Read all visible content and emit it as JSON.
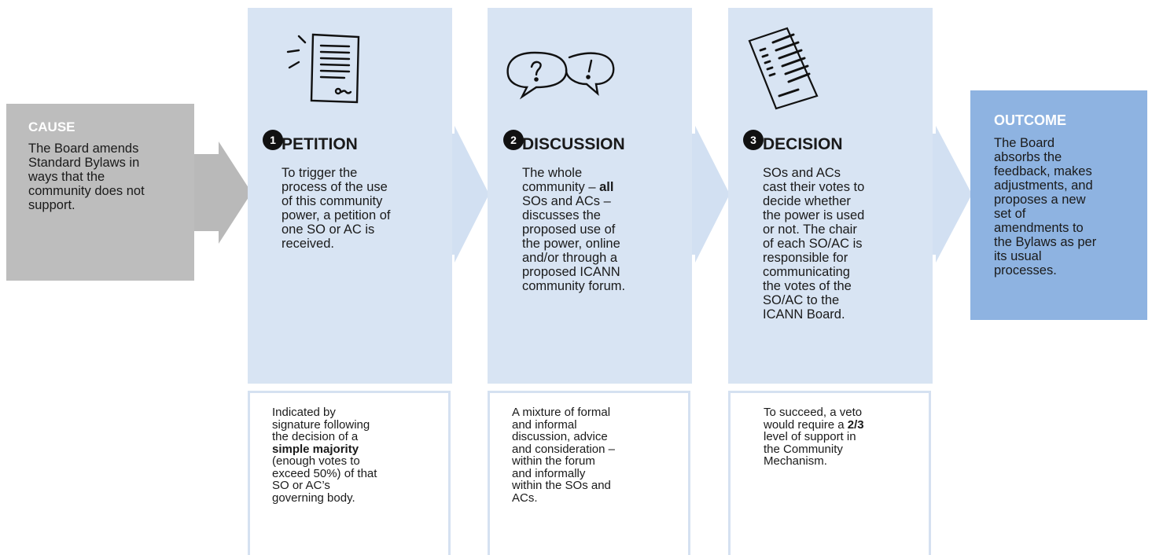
{
  "cause": {
    "heading": "CAUSE",
    "lines": [
      "The Board amends",
      "Standard Bylaws in",
      "ways that the",
      "community does not",
      "support."
    ]
  },
  "stages": [
    {
      "number": "1",
      "title": "PETITION",
      "icon": "document-icon",
      "lines": [
        "To trigger the",
        "process of the use",
        "of this community",
        "power, a petition of",
        "one SO or AC is",
        "received."
      ],
      "note": [
        [
          {
            "t": "Indicated by"
          }
        ],
        [
          {
            "t": "signature following"
          }
        ],
        [
          {
            "t": "the decision of a"
          }
        ],
        [
          {
            "t": "simple majority",
            "b": true
          }
        ],
        [
          {
            "t": "(enough votes to"
          }
        ],
        [
          {
            "t": "exceed 50%) of that"
          }
        ],
        [
          {
            "t": "SO or AC’s"
          }
        ],
        [
          {
            "t": "governing body."
          }
        ]
      ]
    },
    {
      "number": "2",
      "title": "DISCUSSION",
      "icon": "speech-bubbles-icon",
      "lines": [
        "The whole",
        "community – all",
        "SOs and ACs –",
        "discusses the",
        "proposed use of",
        "the power, online",
        "and/or through a",
        "proposed ICANN",
        "community forum."
      ],
      "note": [
        [
          {
            "t": "A mixture of formal"
          }
        ],
        [
          {
            "t": "and informal"
          }
        ],
        [
          {
            "t": "discussion, advice"
          }
        ],
        [
          {
            "t": "and consideration –"
          }
        ],
        [
          {
            "t": "within the forum"
          }
        ],
        [
          {
            "t": "and informally"
          }
        ],
        [
          {
            "t": "within the SOs and"
          }
        ],
        [
          {
            "t": "ACs."
          }
        ]
      ]
    },
    {
      "number": "3",
      "title": "DECISION",
      "icon": "ballot-paper-icon",
      "lines": [
        "SOs and ACs",
        "cast their votes to",
        "decide whether",
        "the power is used",
        "or not. The chair",
        "of each SO/AC is",
        "responsible for",
        "communicating",
        "the votes of the",
        "SO/AC to the",
        "ICANN Board."
      ],
      "note": [
        [
          {
            "t": "To succeed, a veto"
          }
        ],
        [
          {
            "t": "would require a "
          },
          {
            "t": "2/3",
            "b": true
          }
        ],
        [
          {
            "t": "level of support in"
          }
        ],
        [
          {
            "t": "the Community"
          }
        ],
        [
          {
            "t": "Mechanism."
          }
        ]
      ]
    }
  ],
  "outcome": {
    "heading": "OUTCOME",
    "lines": [
      "The Board",
      "absorbs the",
      "feedback, makes",
      "adjustments, and",
      "proposes a new",
      "set of",
      "amendments to",
      "the Bylaws as per",
      "its usual",
      "processes."
    ]
  },
  "colors": {
    "cause_box": "#bdbdbd",
    "cause_arrow": "#b9b9b9",
    "stage_column": "#d8e4f3",
    "stage_arrow": "#d2e0f2",
    "outcome_box": "#8eb3e1",
    "badge": "#111111"
  }
}
